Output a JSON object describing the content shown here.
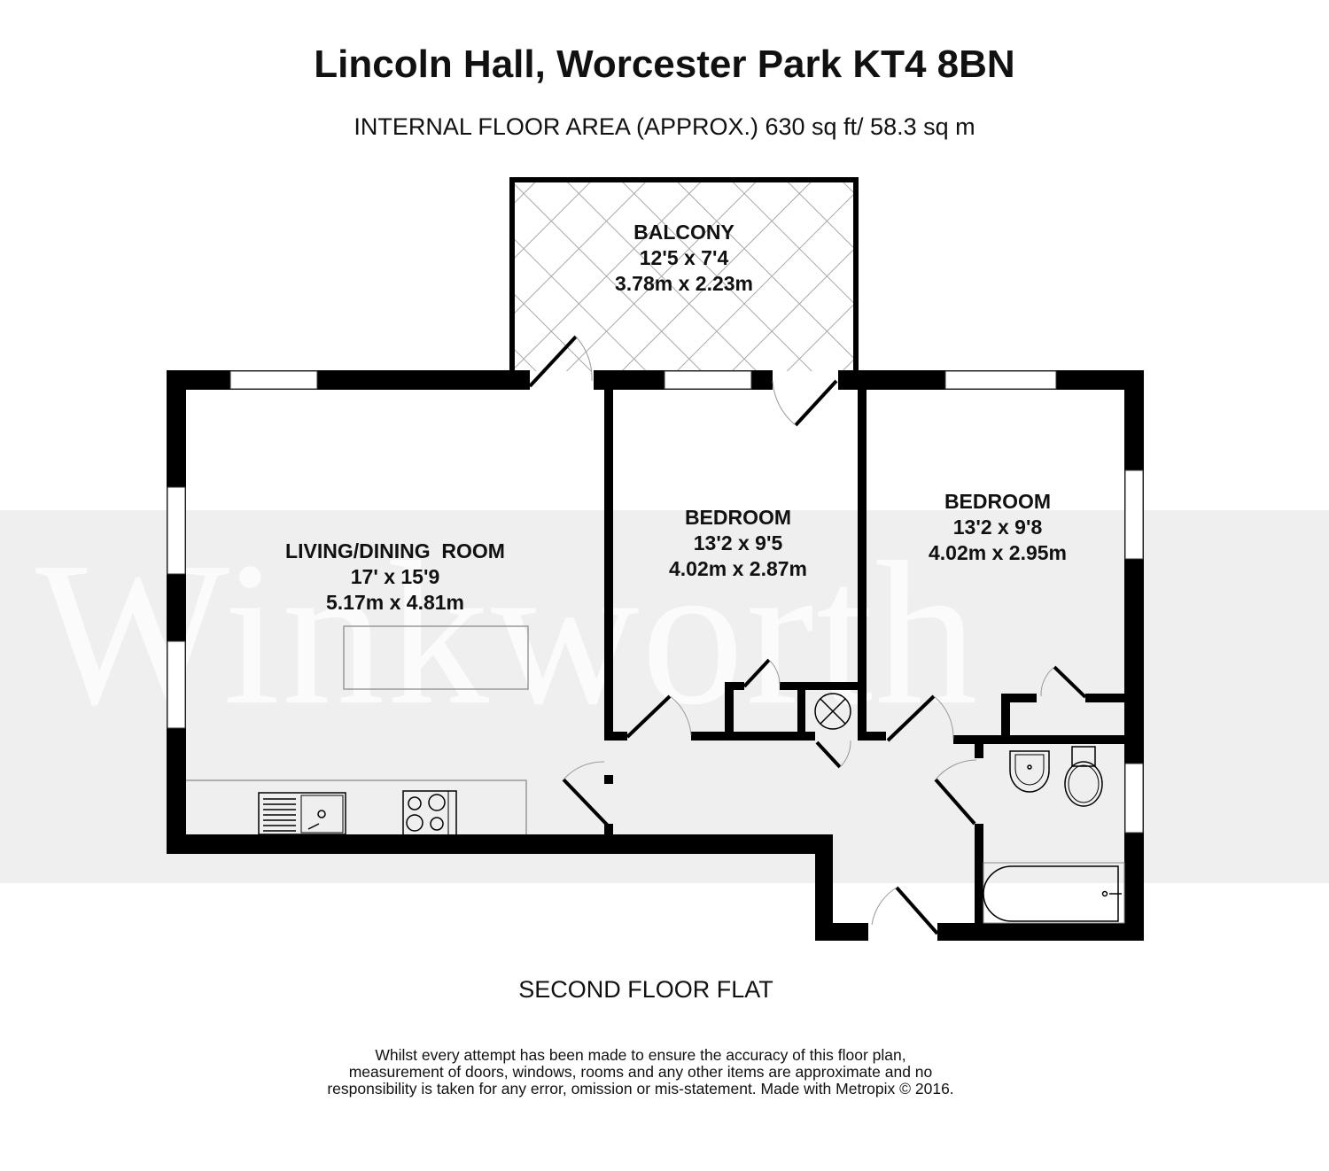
{
  "header": {
    "title": "Lincoln Hall, Worcester Park KT4 8BN",
    "subtitle": "INTERNAL FLOOR AREA (APPROX.) 630 sq ft/ 58.3 sq m"
  },
  "watermark": {
    "text": "Winkworth"
  },
  "rooms": [
    {
      "id": "balcony",
      "name": "BALCONY",
      "imperial": "12'5 x 7'4",
      "metric": "3.78m x 2.23m"
    },
    {
      "id": "living",
      "name": "LIVING/DINING  ROOM",
      "imperial": "17' x 15'9",
      "metric": "5.17m x 4.81m"
    },
    {
      "id": "bedroom1",
      "name": "BEDROOM",
      "imperial": "13'2 x 9'5",
      "metric": "4.02m x 2.87m"
    },
    {
      "id": "bedroom2",
      "name": "BEDROOM",
      "imperial": "13'2 x 9'8",
      "metric": "4.02m x 2.95m"
    }
  ],
  "fixtures": [
    "kitchen-sink",
    "hob",
    "dining-table",
    "boiler-cupboard",
    "wash-basin",
    "toilet",
    "bath"
  ],
  "footer": {
    "floor_name": "SECOND FLOOR FLAT",
    "disclaimer_lines": [
      "Whilst every attempt has been made to ensure the accuracy of this floor plan,",
      "measurement of doors, windows, rooms and any other items are approximate and no",
      "responsibility is taken for any error, omission or mis-statement. Made with Metropix © 2016."
    ]
  },
  "colors": {
    "wall": "#000000",
    "band": "#efefef",
    "hatch": "#a8a8a8",
    "background": "#ffffff"
  }
}
